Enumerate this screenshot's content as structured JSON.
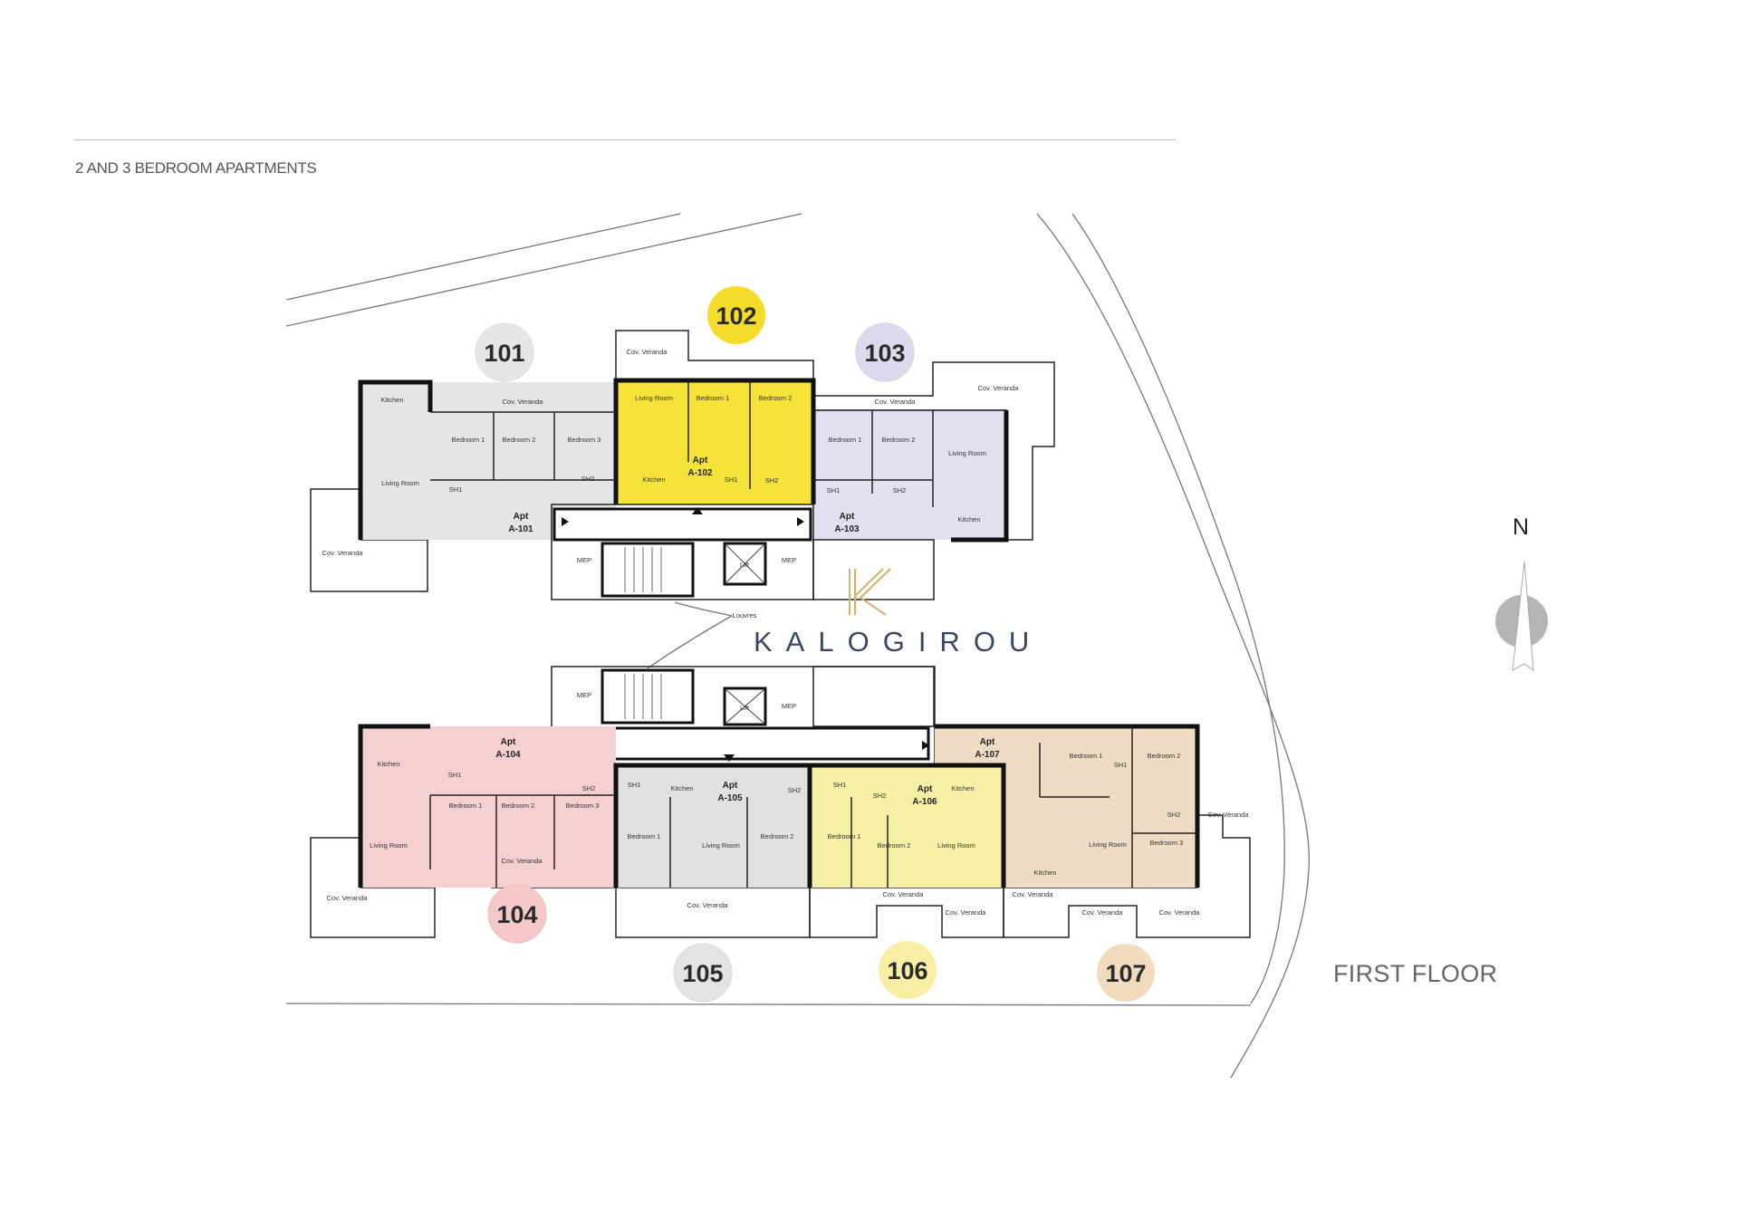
{
  "header": {
    "subtitle": "2 AND 3 BEDROOM APARTMENTS"
  },
  "floor_label": "FIRST FLOOR",
  "compass": {
    "north_label": "N"
  },
  "brand": {
    "name": "KALOGIROU",
    "accent": "#d4b06a",
    "text_color": "#3a4763"
  },
  "apartments": [
    {
      "badge": "101",
      "apt": "Apt",
      "id": "A-101",
      "color": "#e4e5e4",
      "badge_color": "#e6e6e6",
      "labels": [
        "Kitchen",
        "Bedroom 1",
        "Bedroom 2",
        "Bedroom 3",
        "Living Room",
        "SH1",
        "SH2",
        "Cov. Veranda",
        "Cov. Veranda"
      ]
    },
    {
      "badge": "102",
      "apt": "Apt",
      "id": "A-102",
      "color": "#f6e33a",
      "badge_color": "#f5dc2a",
      "labels": [
        "Cov. Veranda",
        "Living Room",
        "Bedroom 1",
        "Bedroom 2",
        "Kitchen",
        "SH1",
        "SH2"
      ]
    },
    {
      "badge": "103",
      "apt": "Apt",
      "id": "A-103",
      "color": "#e1e0f0",
      "badge_color": "#dcdbee",
      "labels": [
        "Cov. Veranda",
        "Cov. Veranda",
        "Bedroom 1",
        "Bedroom 2",
        "Living Room",
        "SH1",
        "SH2",
        "Kitchen"
      ]
    },
    {
      "badge": "104",
      "apt": "Apt",
      "id": "A-104",
      "color": "#f4d0d0",
      "badge_color": "#f5c9c9",
      "labels": [
        "Kitchen",
        "Living Room",
        "SH1",
        "SH2",
        "Bedroom 1",
        "Bedroom 2",
        "Bedroom 3",
        "Cov. Veranda",
        "Cov. Veranda"
      ]
    },
    {
      "badge": "105",
      "apt": "Apt",
      "id": "A-105",
      "color": "#dfe2e1",
      "badge_color": "#e3e5e3",
      "labels": [
        "SH1",
        "Kitchen",
        "SH2",
        "Bedroom 1",
        "Living Room",
        "Bedroom 2",
        "Cov. Veranda"
      ]
    },
    {
      "badge": "106",
      "apt": "Apt",
      "id": "A-106",
      "color": "#f6efa6",
      "badge_color": "#f8efa5",
      "labels": [
        "SH1",
        "SH2",
        "Kitchen",
        "Bedroom 1",
        "Bedroom 2",
        "Living Room",
        "Cov. Veranda",
        "Cov. Veranda"
      ]
    },
    {
      "badge": "107",
      "apt": "Apt",
      "id": "A-107",
      "color": "#f0dcc4",
      "badge_color": "#f1dcc0",
      "labels": [
        "Bedroom 1",
        "Bedroom 2",
        "SH1",
        "SH2",
        "Living Room",
        "Kitchen",
        "Bedroom 3",
        "Cov. Veranda",
        "Cov. Veranda",
        "Cov. Veranda",
        "Cov. Veranda"
      ]
    }
  ],
  "core": {
    "labels": [
      "MEP",
      "MEP",
      "MEP",
      "MEP",
      "Lift",
      "Lift",
      "Louvres"
    ]
  }
}
